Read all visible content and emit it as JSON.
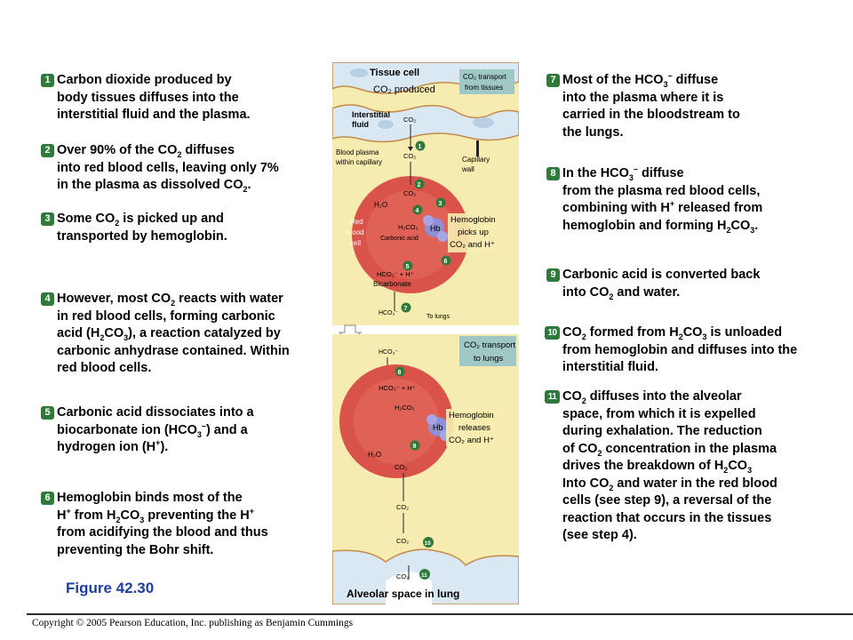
{
  "steps_left": [
    {
      "num": "1",
      "lines": [
        "Carbon dioxide produced by",
        "body tissues diffuses into the",
        "interstitial fluid and the plasma."
      ]
    },
    {
      "num": "2",
      "lines": [
        "Over 90% of the CO<sub>2</sub> diffuses",
        "into red blood cells, leaving only 7%",
        "in the plasma as dissolved CO<sub>2</sub>."
      ]
    },
    {
      "num": "3",
      "lines": [
        "Some CO<sub>2</sub> is picked up and",
        "transported by hemoglobin."
      ]
    },
    {
      "num": "4",
      "lines": [
        "However, most CO<sub>2</sub> reacts with water",
        "in red blood cells, forming carbonic",
        "acid (H<sub>2</sub>CO<sub>3</sub>), a reaction catalyzed by",
        "carbonic anhydrase contained. Within",
        "red blood cells."
      ]
    },
    {
      "num": "5",
      "lines": [
        "Carbonic acid dissociates into a",
        "biocarbonate ion (HCO<sub>3</sub><sup>–</sup>) and a",
        "hydrogen ion (H<sup>+</sup>)."
      ]
    },
    {
      "num": "6",
      "lines": [
        "Hemoglobin binds most of the",
        "H<sup>+</sup> from H<sub>2</sub>CO<sub>3</sub> preventing the H<sup>+</sup>",
        "from acidifying the blood and thus",
        "preventing the Bohr shift."
      ]
    }
  ],
  "steps_right": [
    {
      "num": "7",
      "lines": [
        "Most of the HCO<sub>3</sub><sup>–</sup> diffuse",
        "into the plasma where it is",
        "carried in the bloodstream to",
        "the lungs."
      ]
    },
    {
      "num": "8",
      "lines": [
        "In the HCO<sub>3</sub><sup>–</sup> diffuse",
        "from the plasma red blood cells,",
        "combining  with H<sup>+</sup> released from",
        "hemoglobin and forming H<sub>2</sub>CO<sub>3</sub>."
      ]
    },
    {
      "num": "9",
      "lines": [
        "Carbonic acid is converted back",
        "into CO<sub>2</sub> and water."
      ]
    },
    {
      "num": "10",
      "lines": [
        "CO<sub>2</sub> formed from H<sub>2</sub>CO<sub>3</sub> is unloaded",
        "from hemoglobin and diffuses into the",
        "interstitial fluid."
      ]
    },
    {
      "num": "11",
      "lines": [
        "CO<sub>2</sub>  diffuses into the alveolar",
        "space, from which it is expelled",
        "during exhalation. The reduction",
        "of CO<sub>2</sub> concentration in the plasma",
        "drives the breakdown of H<sub>2</sub>CO<sub>3</sub>",
        "Into CO<sub>2</sub> and water in the red blood",
        "cells (see step 9), a reversal of the",
        "reaction that occurs in the tissues",
        "(see step 4)."
      ]
    }
  ],
  "figure_label": "Figure 42.30",
  "copyright": "Copyright © 2005 Pearson Education, Inc. publishing as Benjamin Cummings",
  "diagram": {
    "tissue_cell": "Tissue cell",
    "co2_produced": "CO₂ produced",
    "co2_transport_tissues_1": "CO₂ transport",
    "co2_transport_tissues_2": "from tissues",
    "interstitial_1": "Interstitial",
    "interstitial_2": "fluid",
    "blood_plasma_1": "Blood plasma",
    "blood_plasma_2": "within capillary",
    "capillary_wall_1": "Capillary",
    "capillary_wall_2": "wall",
    "co2": "CO₂",
    "h2o": "H₂O",
    "h2co3": "H₂CO₃",
    "carbonic_acid": "Carbonic acid",
    "red_blood_cell_1": "Red",
    "red_blood_cell_2": "blood",
    "red_blood_cell_3": "cell",
    "hb": "Hb",
    "hb_picks_1": "Hemoglobin",
    "hb_picks_2": "picks up",
    "hb_picks_3": "CO₂ and H⁺",
    "hco3_plus_h": "HCO₃⁻  +  H⁺",
    "bicarbonate": "Bicarbonate",
    "hco3": "HCO₃⁻",
    "to_lungs": "To lungs",
    "co2_transport_lungs_1": "CO₂ transport",
    "co2_transport_lungs_2": "to lungs",
    "hb_releases_1": "Hemoglobin",
    "hb_releases_2": "releases",
    "hb_releases_3": "CO₂ and H⁺",
    "alveolar": "Alveolar space in lung"
  },
  "colors": {
    "step_badge": "#2f7a3a",
    "figure_label": "#1e3fa0",
    "plasma": "#f7ecb0",
    "rbc": "#d9534a",
    "tissue": "#d9e8f3",
    "label_box": "#9fc7c4"
  }
}
